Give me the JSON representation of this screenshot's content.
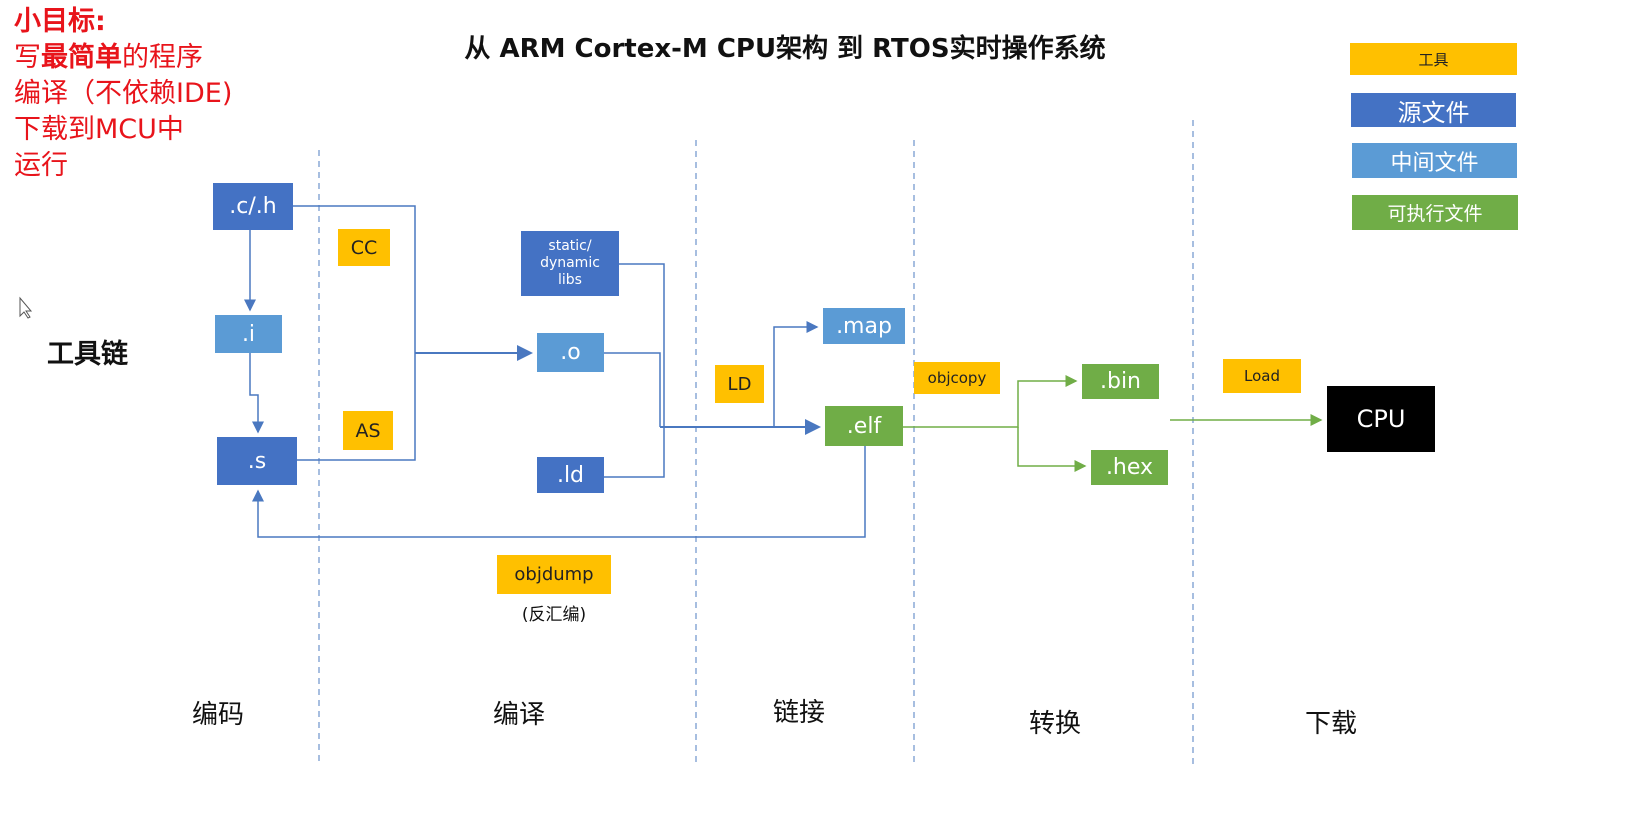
{
  "goal": {
    "heading": "小目标:",
    "line1_pre": "写",
    "line1_bold": "最简单",
    "line1_post": "的程序",
    "line2": "编译（不依赖IDE)",
    "line3": "下载到MCU中",
    "line4": "运行"
  },
  "title": "从 ARM Cortex-M CPU架构 到 RTOS实时操作系统",
  "toolchain_label": "工具链",
  "legend": {
    "tool": "工具",
    "source": "源文件",
    "intermediate": "中间文件",
    "executable": "可执行文件"
  },
  "nodes": {
    "ch": ".c/.h",
    "i": ".i",
    "s": ".s",
    "cc": "CC",
    "as": "AS",
    "libs": "static/ dynamic libs",
    "o": ".o",
    "ld_file": ".ld",
    "map": ".map",
    "ld_tool": "LD",
    "elf": ".elf",
    "objcopy": "objcopy",
    "bin": ".bin",
    "hex": ".hex",
    "load": "Load",
    "cpu": "CPU",
    "objdump": "objdump",
    "objdump_note": "(反汇编)"
  },
  "stages": [
    "编码",
    "编译",
    "链接",
    "转换",
    "下载"
  ],
  "colors": {
    "tool": "#ffc000",
    "source": "#4472c4",
    "intermediate": "#5b9bd5",
    "executable": "#70ad47",
    "goal_text": "#e8141b"
  }
}
